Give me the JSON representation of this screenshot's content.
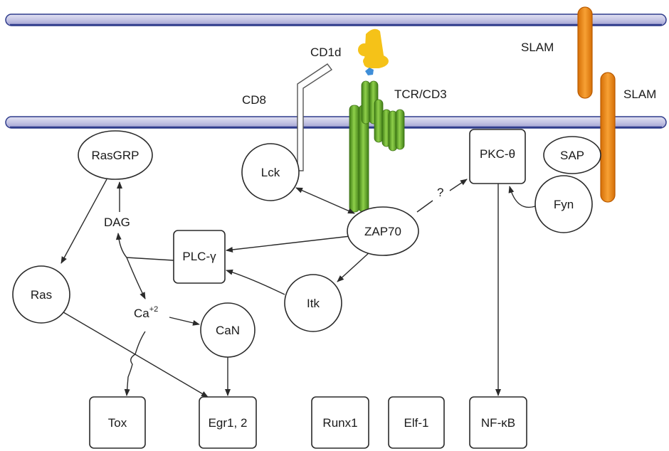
{
  "labels": {
    "cd1d": "CD1d",
    "tcr_cd3": "TCR/CD3",
    "cd8": "CD8",
    "slam_top": "SLAM",
    "slam_right": "SLAM",
    "question": "?",
    "dag": "DAG",
    "ca_base": "Ca",
    "ca_sup": "+2"
  },
  "nodes": {
    "rasgrp": "RasGRP",
    "lck": "Lck",
    "zap70": "ZAP70",
    "pkc": "PKC-θ",
    "sap": "SAP",
    "fyn": "Fyn",
    "plc": "PLC-γ",
    "ras": "Ras",
    "itk": "Itk",
    "can": "CaN",
    "tox": "Tox",
    "egr": "Egr1, 2",
    "runx1": "Runx1",
    "elf1": "Elf-1",
    "nfkb": "NF-κB"
  },
  "colors": {
    "membrane_fill": "#c8c8e6",
    "membrane_edge": "#2f3c8c",
    "tcr_green": "#7bbf3a",
    "tcr_dark": "#4c8a1e",
    "slam_orange": "#f08c14",
    "cd1d_yellow": "#f5c218",
    "antigen_blue": "#3f8ed8"
  }
}
